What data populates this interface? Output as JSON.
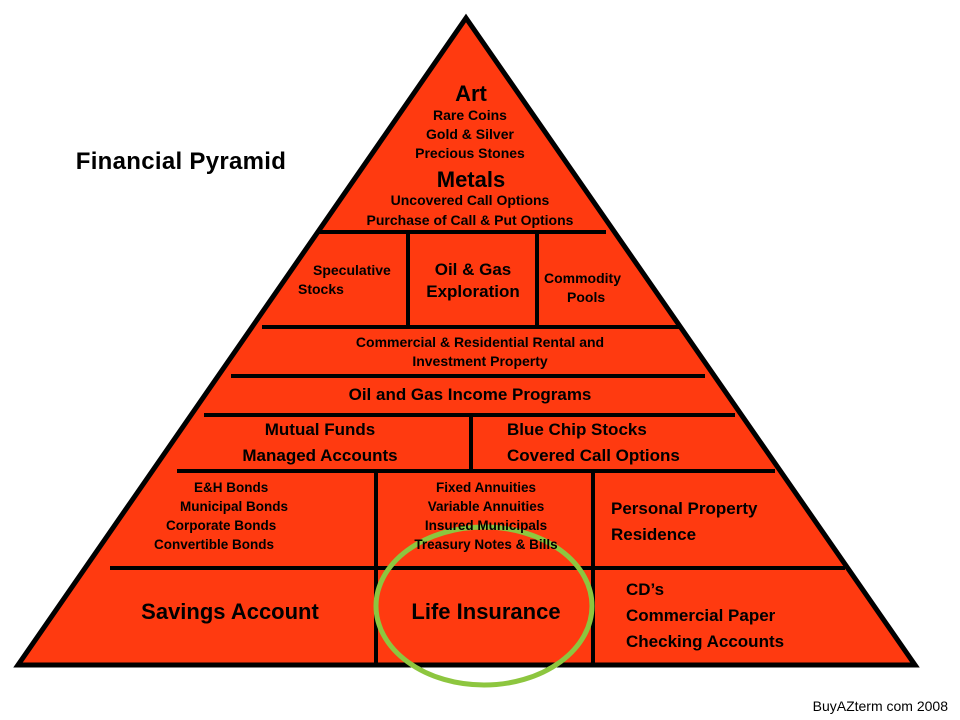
{
  "title": "Financial Pyramid",
  "footer": "BuyAZterm com 2008",
  "colors": {
    "fill": "#ff3a10",
    "outline": "#000000",
    "highlight_ring": "#8dc63f"
  },
  "tiers": {
    "apex": {
      "art": "Art",
      "rare_coins": "Rare Coins",
      "gold_silver": "Gold & Silver",
      "precious_stones": "Precious Stones",
      "metals": "Metals",
      "uncovered_calls": "Uncovered Call Options",
      "call_put": "Purchase of Call & Put Options"
    },
    "speculative": {
      "stocks_line1": "Speculative",
      "stocks_line2": "Stocks",
      "oil_line1": "Oil & Gas",
      "oil_line2": "Exploration",
      "commodity_line1": "Commodity",
      "commodity_line2": "Pools"
    },
    "rental": {
      "line1": "Commercial & Residential Rental and",
      "line2": "Investment Property"
    },
    "oil_income": "Oil and Gas Income Programs",
    "growth": {
      "mutual_funds": "Mutual Funds",
      "managed_accounts": "Managed Accounts",
      "blue_chip": "Blue Chip Stocks",
      "covered_calls": "Covered Call Options"
    },
    "bonds": {
      "eh_bonds": "E&H Bonds",
      "municipal_bonds": "Municipal Bonds",
      "corporate_bonds": "Corporate Bonds",
      "convertible_bonds": "Convertible Bonds",
      "fixed_annuities": "Fixed Annuities",
      "variable_annuities": "Variable Annuities",
      "insured_municipals": "Insured Municipals",
      "treasury_notes": "Treasury Notes & Bills",
      "personal_property": "Personal Property",
      "residence": "Residence"
    },
    "foundation": {
      "savings": "Savings Account",
      "life_insurance": "Life Insurance",
      "cds": "CD’s",
      "commercial_paper": "Commercial Paper",
      "checking": "Checking Accounts"
    }
  }
}
